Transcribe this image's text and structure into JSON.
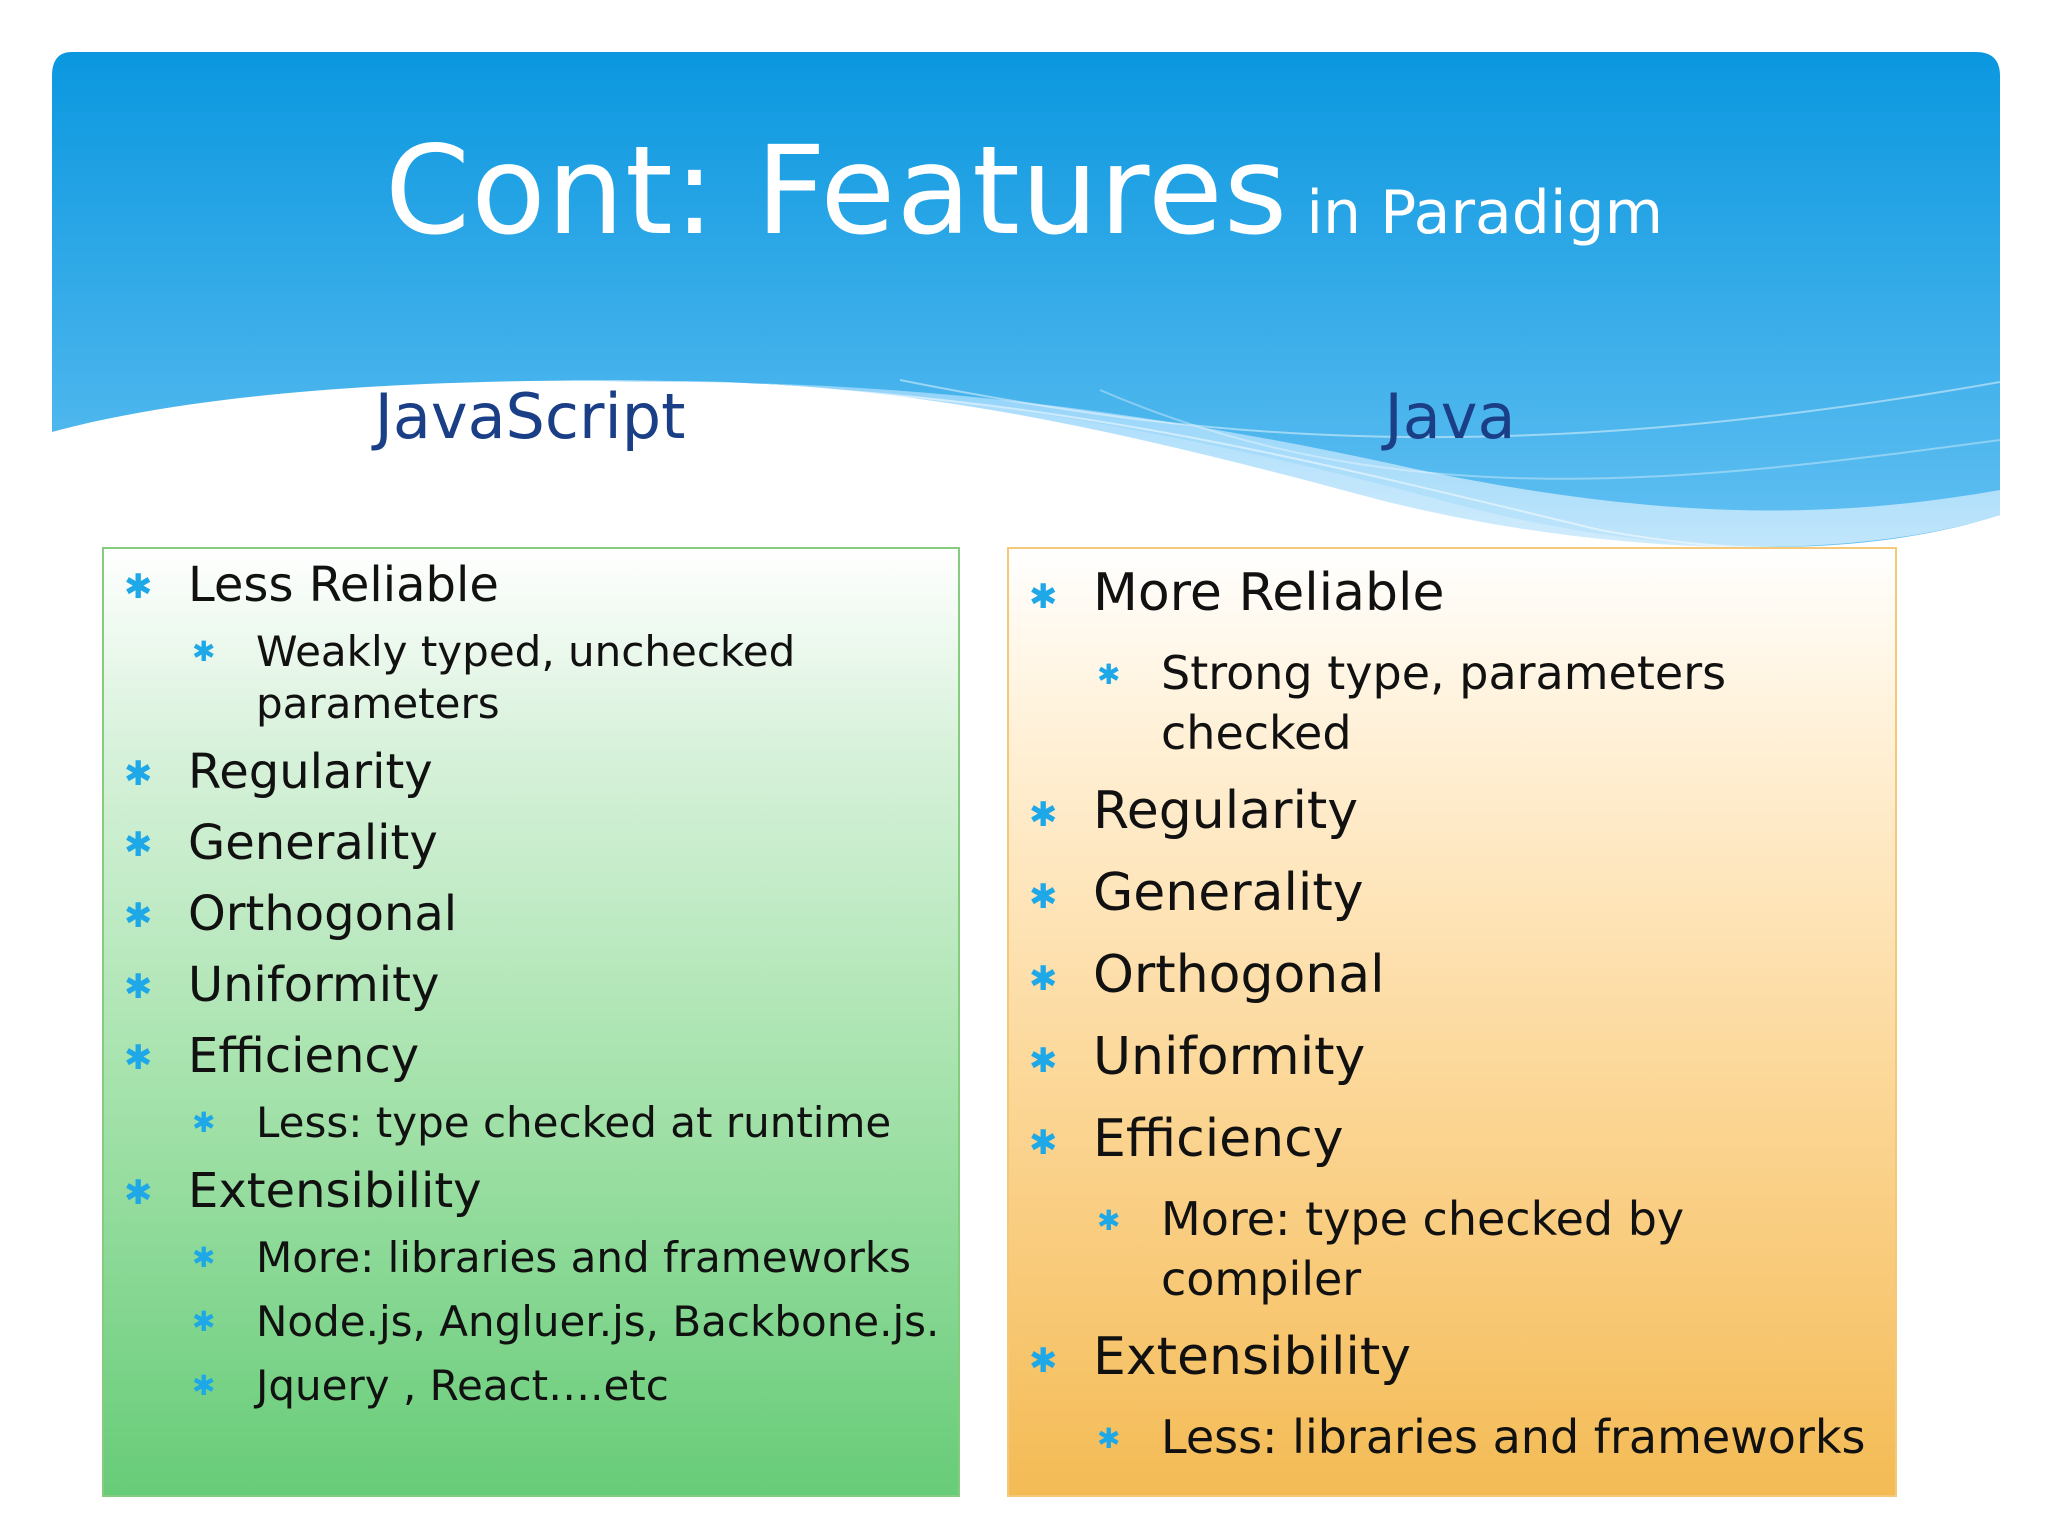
{
  "slide": {
    "title_main": "Cont: Features",
    "title_sub": "in Paradigm",
    "colors": {
      "header_top": "#0a97df",
      "header_bottom": "#62c0f2",
      "heading": "#1b3f86",
      "bullet": "#1ea8e8"
    },
    "bullet_icon": "asterisk-icon"
  },
  "javascript": {
    "heading": "JavaScript",
    "items": [
      {
        "label": "Less Reliable",
        "level": 1
      },
      {
        "label": "Weakly typed, unchecked parameters",
        "level": 2
      },
      {
        "label": "Regularity",
        "level": 1
      },
      {
        "label": "Generality",
        "level": 1
      },
      {
        "label": "Orthogonal",
        "level": 1
      },
      {
        "label": "Uniformity",
        "level": 1
      },
      {
        "label": "Efficiency",
        "level": 1
      },
      {
        "label": "Less: type checked at runtime",
        "level": 2
      },
      {
        "label": "Extensibility",
        "level": 1
      },
      {
        "label": "More: libraries and frameworks",
        "level": 2
      },
      {
        "label": "Node.js, Angluer.js, Backbone.js.",
        "level": 2
      },
      {
        "label": "Jquery , React….etc",
        "level": 2
      }
    ]
  },
  "java": {
    "heading": "Java",
    "items": [
      {
        "label": "More Reliable",
        "level": 1
      },
      {
        "label": "Strong type, parameters checked",
        "level": 2
      },
      {
        "label": "Regularity",
        "level": 1
      },
      {
        "label": "Generality",
        "level": 1
      },
      {
        "label": "Orthogonal",
        "level": 1
      },
      {
        "label": "Uniformity",
        "level": 1
      },
      {
        "label": "Efficiency",
        "level": 1
      },
      {
        "label": "More: type checked by compiler",
        "level": 2
      },
      {
        "label": "Extensibility",
        "level": 1
      },
      {
        "label": "Less: libraries and frameworks",
        "level": 2
      }
    ]
  }
}
